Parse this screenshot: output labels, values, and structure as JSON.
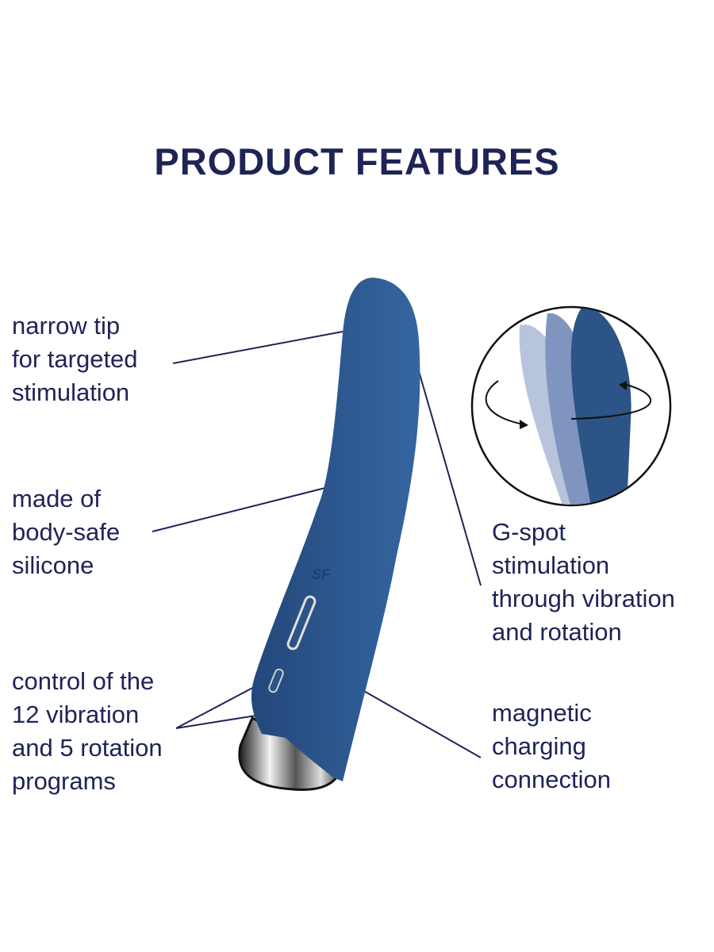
{
  "title": "PRODUCT FEATURES",
  "features": {
    "narrow_tip": "narrow tip\nfor targeted\nstimulation",
    "material": "made of\nbody-safe\nsilicone",
    "control": "control of the\n12 vibration\nand 5 rotation\nprograms",
    "gspot": "G-spot\nstimulation\nthrough vibration\nand rotation",
    "charging": "magnetic\ncharging\nconnection"
  },
  "logo_text": "SF",
  "colors": {
    "text": "#1d2456",
    "product": "#2c5487",
    "line": "#1d2456"
  }
}
